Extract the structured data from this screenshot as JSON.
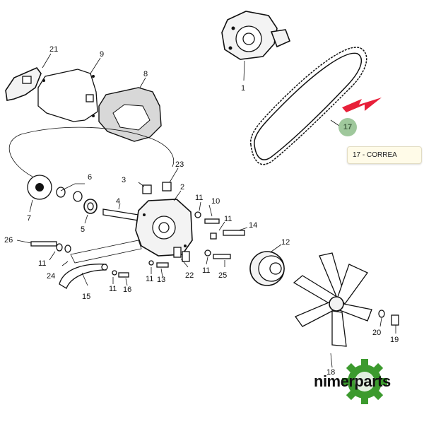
{
  "callout": {
    "text": "17 - CORREA"
  },
  "highlight": {
    "number": "17",
    "arrow_color": "#e8203a",
    "badge_color": "#8fbf8b"
  },
  "brand": {
    "text": "nimerparts",
    "gear_color": "#3c9a2e"
  },
  "labels": {
    "p1": "1",
    "p2": "2",
    "p3": "3",
    "p4": "4",
    "p5": "5",
    "p6": "6",
    "p7": "7",
    "p8": "8",
    "p9": "9",
    "p10": "10",
    "p11": "11",
    "p12": "12",
    "p13": "13",
    "p14": "14",
    "p15": "15",
    "p16": "16",
    "p18": "18",
    "p19": "19",
    "p20": "20",
    "p21": "21",
    "p22": "22",
    "p23": "23",
    "p24": "24",
    "p25": "25",
    "p26": "26"
  }
}
